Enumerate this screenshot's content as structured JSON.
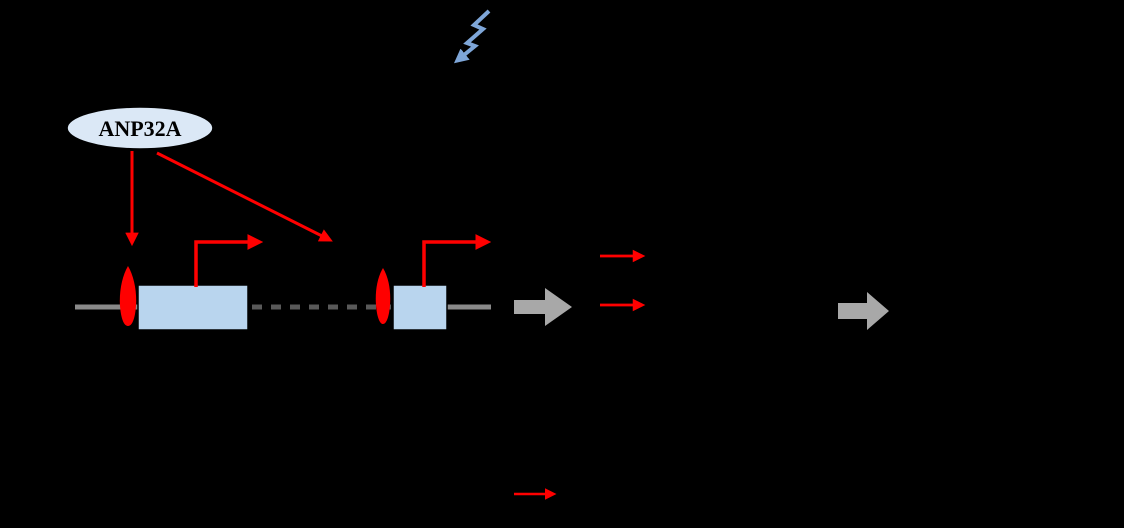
{
  "figure": {
    "label": "ANP32A"
  },
  "colors": {
    "background": "#000000",
    "label_fill": "#dbe8f6",
    "label_stroke": "#000000",
    "label_text": "#000000",
    "red": "#ff0000",
    "gene_fill": "#b9d5ee",
    "gene_stroke": "#000000",
    "dna_gray": "#8a8a8a",
    "dash_gray": "#595959",
    "block_gray": "#a8a8a8",
    "squiggle_blue": "#7ea6d8"
  },
  "icons": {
    "stimulus_squiggle": "zigzag-arrow-down-left",
    "binding_mark": "red-flame-teardrop",
    "transcription_start": "red-bent-arrow-right",
    "process_step": "gray-block-arrow-right",
    "induction": "red-arrow-right"
  }
}
